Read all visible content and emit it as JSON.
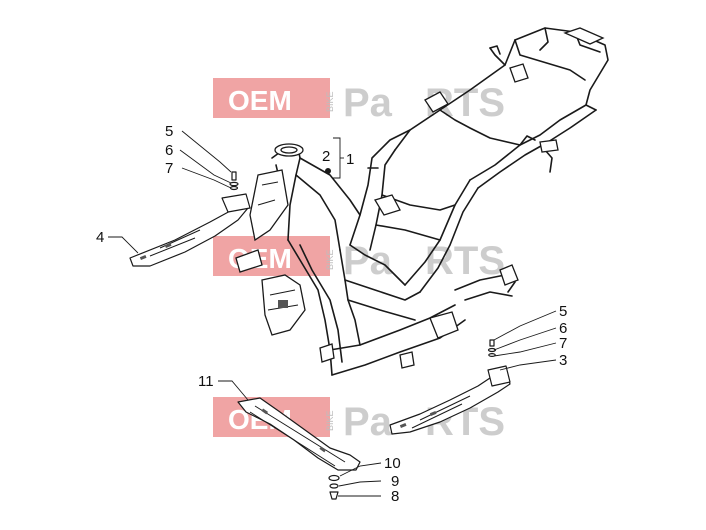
{
  "watermark": {
    "brand_left": "OEM",
    "brand_vertical": "BIKE",
    "brand_right_a": "Pa",
    "brand_right_b": "RTS"
  },
  "colors": {
    "watermark_red": "#e35a5a",
    "line": "#1a1a1a",
    "background": "#ffffff"
  },
  "callouts": {
    "c1": "1",
    "c2": "2",
    "c3": "3",
    "c4": "4",
    "c5a": "5",
    "c6a": "6",
    "c7a": "7",
    "c5b": "5",
    "c6b": "6",
    "c7b": "7",
    "c8": "8",
    "c9": "9",
    "c10": "10",
    "c11": "11"
  }
}
